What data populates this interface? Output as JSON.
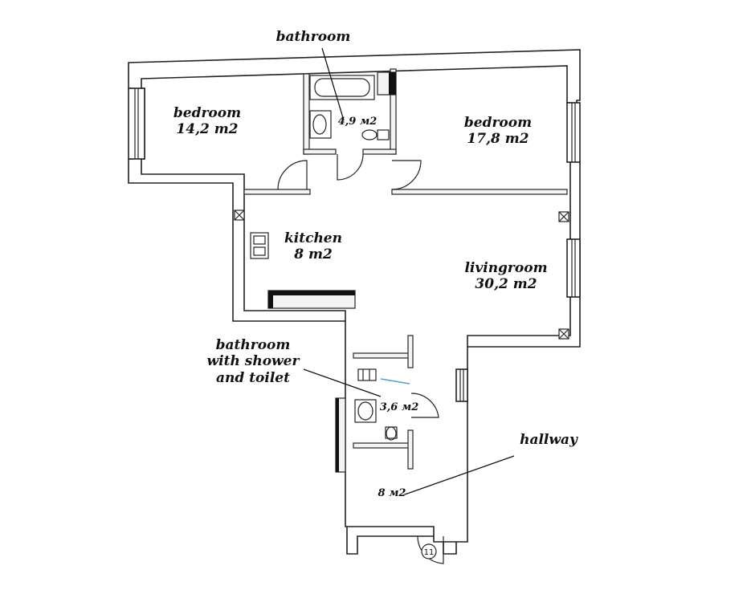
{
  "rooms": {
    "bedroom_left": {
      "name": "bedroom",
      "area": "14,2 m2"
    },
    "bedroom_right": {
      "name": "bedroom",
      "area": "17,8 m2"
    },
    "bathroom_top": {
      "name": "bathroom",
      "area": "4,9 м2"
    },
    "kitchen": {
      "name": "kitchen",
      "area": "8 m2"
    },
    "livingroom": {
      "name": "livingroom",
      "area": "30,2 m2"
    },
    "bathroom_shower": {
      "name_line1": "bathroom",
      "name_line2": "with shower",
      "name_line3": "and toilet",
      "area": "3,6 м2"
    },
    "hallway": {
      "name": "hallway",
      "area": "8 м2"
    }
  },
  "entrance_number": "11"
}
